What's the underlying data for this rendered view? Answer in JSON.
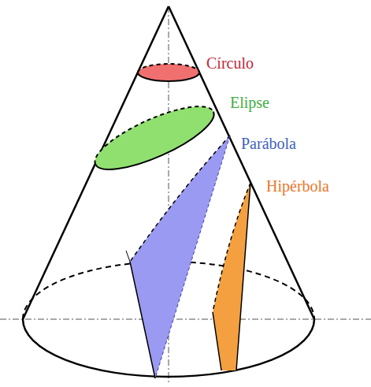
{
  "diagram": {
    "labels": [
      "Círculo",
      "Elipse",
      "Parábola",
      "Hipérbola"
    ]
  }
}
